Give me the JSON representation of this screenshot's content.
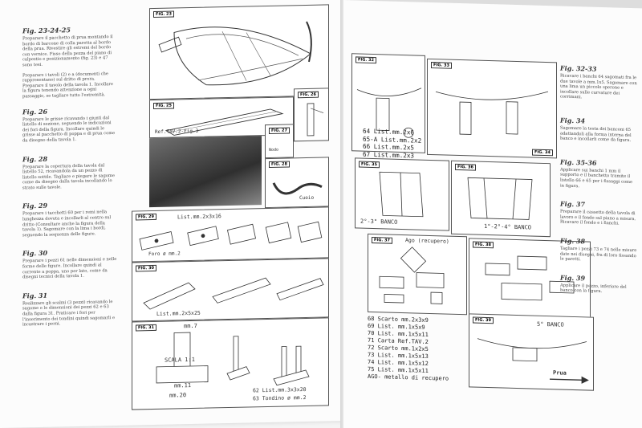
{
  "left_page": {
    "sections": [
      {
        "title": "Fig. 23-24-25",
        "text": "Preparare il pacchetto di prua montando il bordo di barcone di colla paretta al bordo della prua. Rivestire gli estremi del bordo con vernice. Fisso della pezza del piano di calpestio e posizionamento (fig. 23) e 47 sono tesi."
      },
      {
        "title": "",
        "text": "Preparare i tavoli (2) e a (documenti che rappresentano) sul dritto di prora. Preparare il tavolo della tavola 1. Incollare la figura tenendo attenzione a ogni passaggio, se tagliare tutto l'estremità."
      },
      {
        "title": "Fig. 26",
        "text": "Preparare le grisse ricavando i giunti dal listello di sezione, seguendo le indicazioni dei fori della figura. Incollare quindi le grisse al pacchetto di poppa e di prua come da disegno della tavola 1."
      },
      {
        "title": "Fig. 28",
        "text": "Preparare la copertura della tavola dal listello 52, ricavandola da un pezzo di listello sottile. Tagliare e piegare le sagome come da disegno dalla tavola incollando lo strato sulle tavole."
      },
      {
        "title": "Fig. 29",
        "text": "Preparare i tacchetti 60 per i remi nella lunghezza dovuta e incollarli al centro sul dritto (Consultare anche la figura della tavola 1). Sagomare con la lima i bordi, seguendo la sequenza delle figure."
      },
      {
        "title": "Fig. 30",
        "text": "Preparare i pezzi 61 nelle dimensioni e nelle forme delle figure. Incollare quindi al corrente a poppa, uno per lato, come da disegni tecnici della tavola 1."
      },
      {
        "title": "Fig. 31",
        "text": "Realizzare gli scalmi (3 pezzi) ricavando le sagome e le dimensioni dei pezzi 62 e 63 dalla figura 31. Praticare i fori per l'inserimento dei tondini quindi sagomarli e incastrare i perni."
      }
    ],
    "figures": {
      "fig23": "FIG. 23",
      "fig25": "FIG. 25",
      "fig26": "FIG. 26",
      "fig27": "FIG. 27",
      "fig28": "FIG. 28",
      "fig29": "FIG. 29",
      "fig30": "FIG. 30",
      "fig31": "FIG. 31",
      "ref_tav": "Ref.TAV.2-Fig.3",
      "nodo": "Nodo",
      "cuoio": "Cuoio",
      "list_2x3x16": "List.mm.2x3x16",
      "foro": "Foro ø mm.2",
      "list_2x5x25": "List.mm.2x5x25",
      "scala": "SCALA 1:1",
      "mm7": "mm.7",
      "mm11": "mm.11",
      "mm20": "mm.20",
      "list_62": "62 List.mm.3x3x20",
      "tondino_63": "63 Tondino ø mm.2"
    }
  },
  "right_page": {
    "figures": {
      "fig32": "FIG. 32",
      "fig33": "FIG. 33",
      "fig34": "FIG. 34",
      "fig35": "FIG. 35",
      "fig36": "FIG. 36",
      "fig37": "FIG. 37",
      "fig38": "FIG. 38",
      "fig39": "FIG. 39",
      "banco_2_3": "2°-3° BANCO",
      "banco_1": "1°-2°-4° BANCO",
      "banco_5": "5° BANCO",
      "ago": "Ago (recupero)",
      "prua": "Prua"
    },
    "list_upper": [
      "64    List.mm.2x6",
      "65-A  List.mm.2x2",
      "66    List.mm.2x5",
      "67    List.mm.2x3"
    ],
    "list_lower": [
      "68   Scarto mm.2x3x9",
      "69   List.   mm.1x5x9",
      "70   List.   mm.1x5x11",
      "71   Carta  Ref.TAV.2",
      "72   Scarto mm.1x2x5",
      "73   List.   mm.1x5x13",
      "74   List.   mm.1x5x12",
      "75   List.   mm.1x5x11",
      "AGO- metallo di recupero"
    ],
    "side_sections": [
      {
        "title": "Fig. 32-33",
        "text": "Ricavare i banchi 64 sagomati fra le due tavole a mm.1x5. Sagomare con una lima un piccolo sperone e incollare sulle curvature dei corrimani."
      },
      {
        "title": "Fig. 34",
        "text": "Sagomare la testa dei banconi 65 adattandoli alla forma interna del banco e incollarli come da figura."
      },
      {
        "title": "Fig. 35-36",
        "text": "Applicare sui banchi 1 mm il supporto e il banchetto tramite il listello 66 e 65 per i fissaggi come in figura."
      },
      {
        "title": "Fig. 37",
        "text": "Preparare il cassetto della tavola di lavoro e il fondo sul piano a misura. Ricavare il fondo e i fianchi."
      },
      {
        "title": "Fig. 38",
        "text": "Tagliare i pezzi 73 e 74 nelle misure date nei disegni, fra di loro fissando le paretti."
      },
      {
        "title": "Fig. 39",
        "text": "Applicare il pezzo, inferiore del banco con la figura."
      }
    ]
  }
}
